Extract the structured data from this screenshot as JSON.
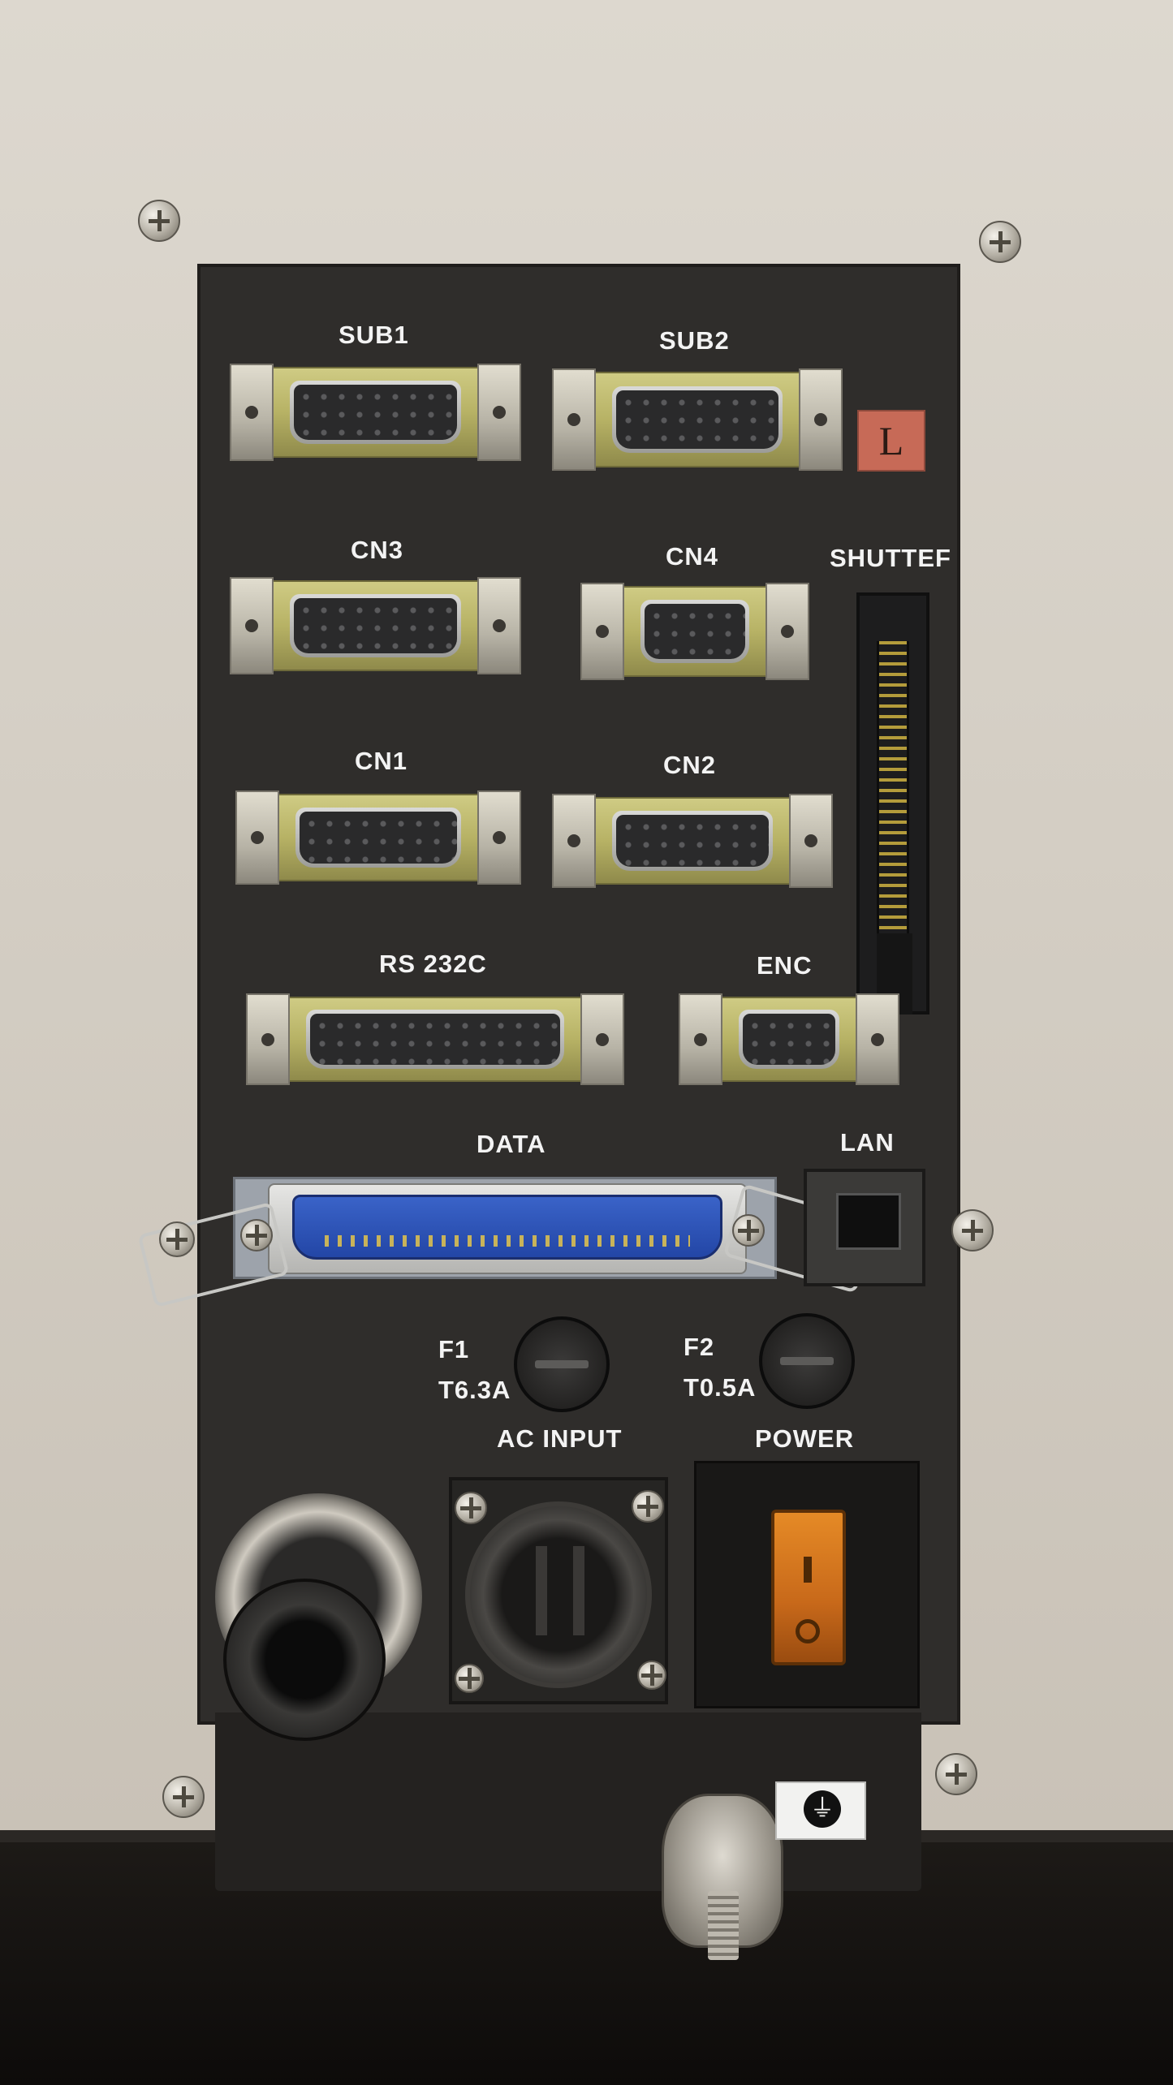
{
  "panel": {
    "labels": {
      "sub1": "SUB1",
      "sub2": "SUB2",
      "cn3": "CN3",
      "cn4": "CN4",
      "shutter": "SHUTTEF",
      "cn1": "CN1",
      "cn2": "CN2",
      "rs232c": "RS  232C",
      "enc": "ENC",
      "data": "DATA",
      "lan": "LAN",
      "f1": "F1",
      "f1_rating": "T6.3A",
      "f2": "F2",
      "f2_rating": "T0.5A",
      "ac_input": "AC  INPUT",
      "power": "POWER",
      "badge": "L"
    },
    "power_switch": {
      "on_symbol": "I",
      "off_symbol": "O"
    },
    "ground_symbol": "⏚"
  },
  "colors": {
    "enclosure": "#d6d0c6",
    "panel": "#2f2d2b",
    "connector_brass": "#b7b265",
    "centronics_blue": "#2a4fb5",
    "power_switch": "#d4741f",
    "badge": "#c76a57"
  }
}
